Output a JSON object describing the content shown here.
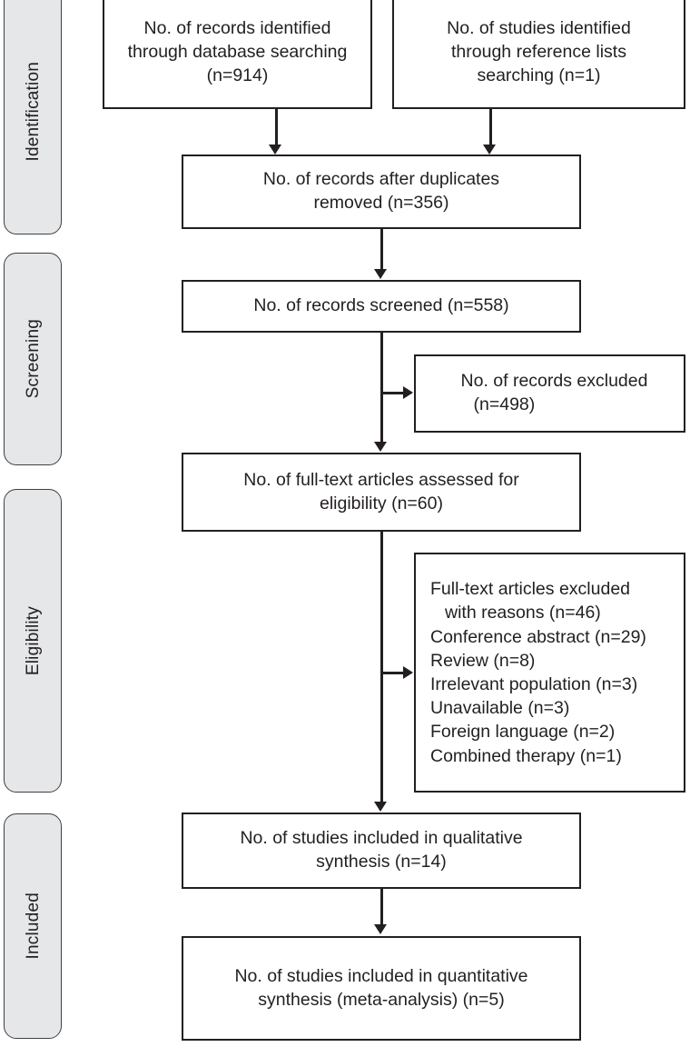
{
  "diagram": {
    "type": "prisma-flow-diagram",
    "stages": [
      {
        "id": "identification",
        "label": "Identification"
      },
      {
        "id": "screening",
        "label": "Screening"
      },
      {
        "id": "eligibility",
        "label": "Eligibility"
      },
      {
        "id": "included",
        "label": "Included"
      }
    ],
    "boxes": {
      "database_search": {
        "line1": "No. of records identified",
        "line2": "through database searching",
        "line3": "(n=914)",
        "n": 914
      },
      "reference_search": {
        "line1": "No. of studies identified",
        "line2": "through reference lists",
        "line3": "searching (n=1)",
        "n": 1
      },
      "duplicates_removed": {
        "line1": "No. of records after duplicates",
        "line2": "removed (n=356)",
        "n": 356
      },
      "records_screened": {
        "line1": "No. of records screened (n=558)",
        "n": 558
      },
      "records_excluded": {
        "line1": "No. of records excluded",
        "line2": "(n=498)",
        "n": 498
      },
      "fulltext_assessed": {
        "line1": "No. of full-text articles assessed for",
        "line2": "eligibility (n=60)",
        "n": 60
      },
      "fulltext_excluded": {
        "heading_line1": "Full-text articles excluded",
        "heading_line2": "with reasons (n=46)",
        "n": 46,
        "reasons": [
          {
            "label": "Conference abstract (n=29)",
            "n": 29
          },
          {
            "label": "Review (n=8)",
            "n": 8
          },
          {
            "label": "Irrelevant population (n=3)",
            "n": 3
          },
          {
            "label": "Unavailable (n=3)",
            "n": 3
          },
          {
            "label": "Foreign language (n=2)",
            "n": 2
          },
          {
            "label": "Combined therapy (n=1)",
            "n": 1
          }
        ]
      },
      "qualitative_synthesis": {
        "line1": "No. of studies included in qualitative",
        "line2": "synthesis (n=14)",
        "n": 14
      },
      "quantitative_synthesis": {
        "line1": "No. of studies included in quantitative",
        "line2": "synthesis (meta-analysis) (n=5)",
        "n": 5
      }
    },
    "colors": {
      "stage_tab_fill": "#e6e7e8",
      "stage_tab_border": "#414042",
      "box_border": "#231f20",
      "box_fill": "#ffffff",
      "text": "#231f20"
    }
  }
}
